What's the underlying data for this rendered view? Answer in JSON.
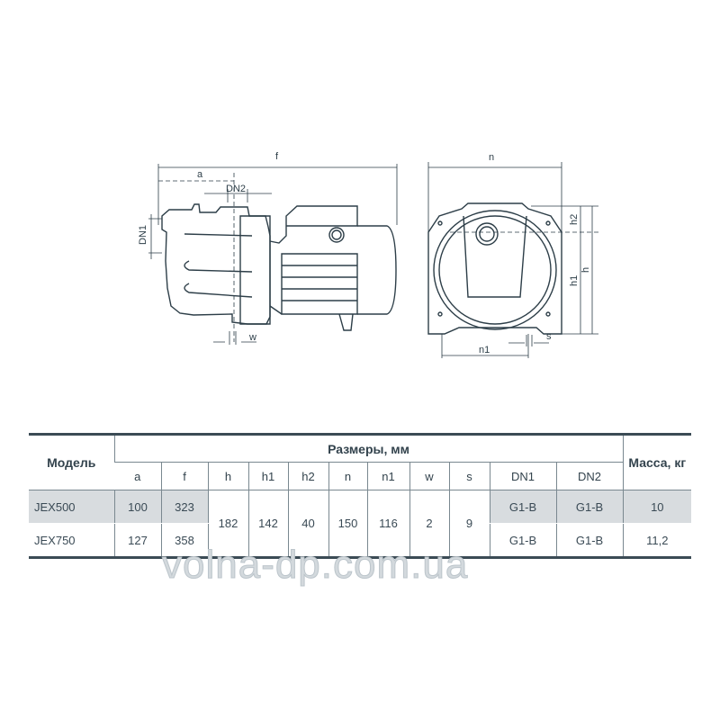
{
  "drawing": {
    "side_view_labels": {
      "f": "f",
      "a": "a",
      "dn2": "DN2",
      "dn1": "DN1",
      "w": "w"
    },
    "front_view_labels": {
      "n": "n",
      "h2": "h2",
      "h1": "h1",
      "h": "h",
      "n1": "n1",
      "s": "s"
    }
  },
  "table": {
    "model_header": "Модель",
    "dimensions_header": "Размеры, мм",
    "mass_header": "Масса, кг",
    "columns": [
      "a",
      "f",
      "h",
      "h1",
      "h2",
      "n",
      "n1",
      "w",
      "s",
      "DN1",
      "DN2"
    ],
    "shared": {
      "h": "182",
      "h1": "142",
      "h2": "40",
      "n": "150",
      "n1": "116",
      "w": "2",
      "s": "9"
    },
    "rows": [
      {
        "model": "JEX500",
        "a": "100",
        "f": "323",
        "dn1": "G1-B",
        "dn2": "G1-B",
        "mass": "10"
      },
      {
        "model": "JEX750",
        "a": "127",
        "f": "358",
        "dn1": "G1-B",
        "dn2": "G1-B",
        "mass": "11,2"
      }
    ]
  },
  "watermark": "volna-dp.com.ua",
  "colors": {
    "line": "#2d3e48",
    "shade": "#d8dcdf",
    "rule": "#3b4b55"
  }
}
